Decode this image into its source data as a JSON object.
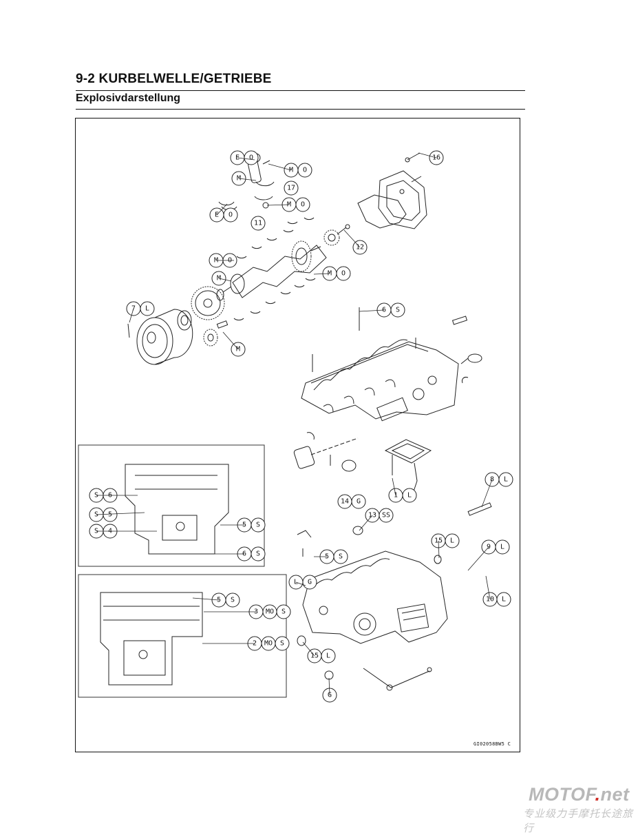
{
  "page": {
    "title": "9-2 KURBELWELLE/GETRIEBE",
    "subtitle": "Explosivdarstellung",
    "figure_ref": "GI02058BW5 C"
  },
  "watermark": {
    "brand_main": "MOTOF",
    "brand_dot": ".",
    "brand_tld": "net",
    "tagline": "专业级力手摩托长途旅行"
  },
  "callouts": {
    "top": [
      {
        "l": "E",
        "r": "O"
      },
      {
        "l": "M",
        "r": "O"
      },
      {
        "l": "M",
        "r": ""
      },
      {
        "l": "17",
        "r": ""
      },
      {
        "l": "E",
        "r": "O"
      },
      {
        "l": "M",
        "r": "O"
      },
      {
        "l": "11",
        "r": ""
      },
      {
        "l": "16",
        "r": ""
      },
      {
        "l": "12",
        "r": ""
      },
      {
        "l": "M",
        "r": "O"
      },
      {
        "l": "M",
        "r": ""
      },
      {
        "l": "M",
        "r": "O"
      },
      {
        "l": "7",
        "r": "L"
      },
      {
        "l": "M",
        "r": ""
      },
      {
        "l": "6",
        "r": "S"
      }
    ],
    "inset1": [
      {
        "l": "S",
        "r": "6"
      },
      {
        "l": "S",
        "r": "5"
      },
      {
        "l": "S",
        "r": "4"
      },
      {
        "l": "5",
        "r": "S"
      },
      {
        "l": "6",
        "r": "S"
      }
    ],
    "inset2": [
      {
        "l": "5",
        "r": "S"
      },
      {
        "l": "3",
        "r": "MO",
        "x": "S"
      },
      {
        "l": "2",
        "r": "MO",
        "x": "S"
      }
    ],
    "lower": [
      {
        "l": "1",
        "r": "L"
      },
      {
        "l": "8",
        "r": "L"
      },
      {
        "l": "14",
        "r": "G"
      },
      {
        "l": "13",
        "r": "SS"
      },
      {
        "l": "15",
        "r": "L"
      },
      {
        "l": "5",
        "r": "S"
      },
      {
        "l": "9",
        "r": "L"
      },
      {
        "l": "L",
        "r": "G"
      },
      {
        "l": "10",
        "r": "L"
      },
      {
        "l": "15",
        "r": "L"
      },
      {
        "l": "G",
        "r": ""
      }
    ]
  }
}
